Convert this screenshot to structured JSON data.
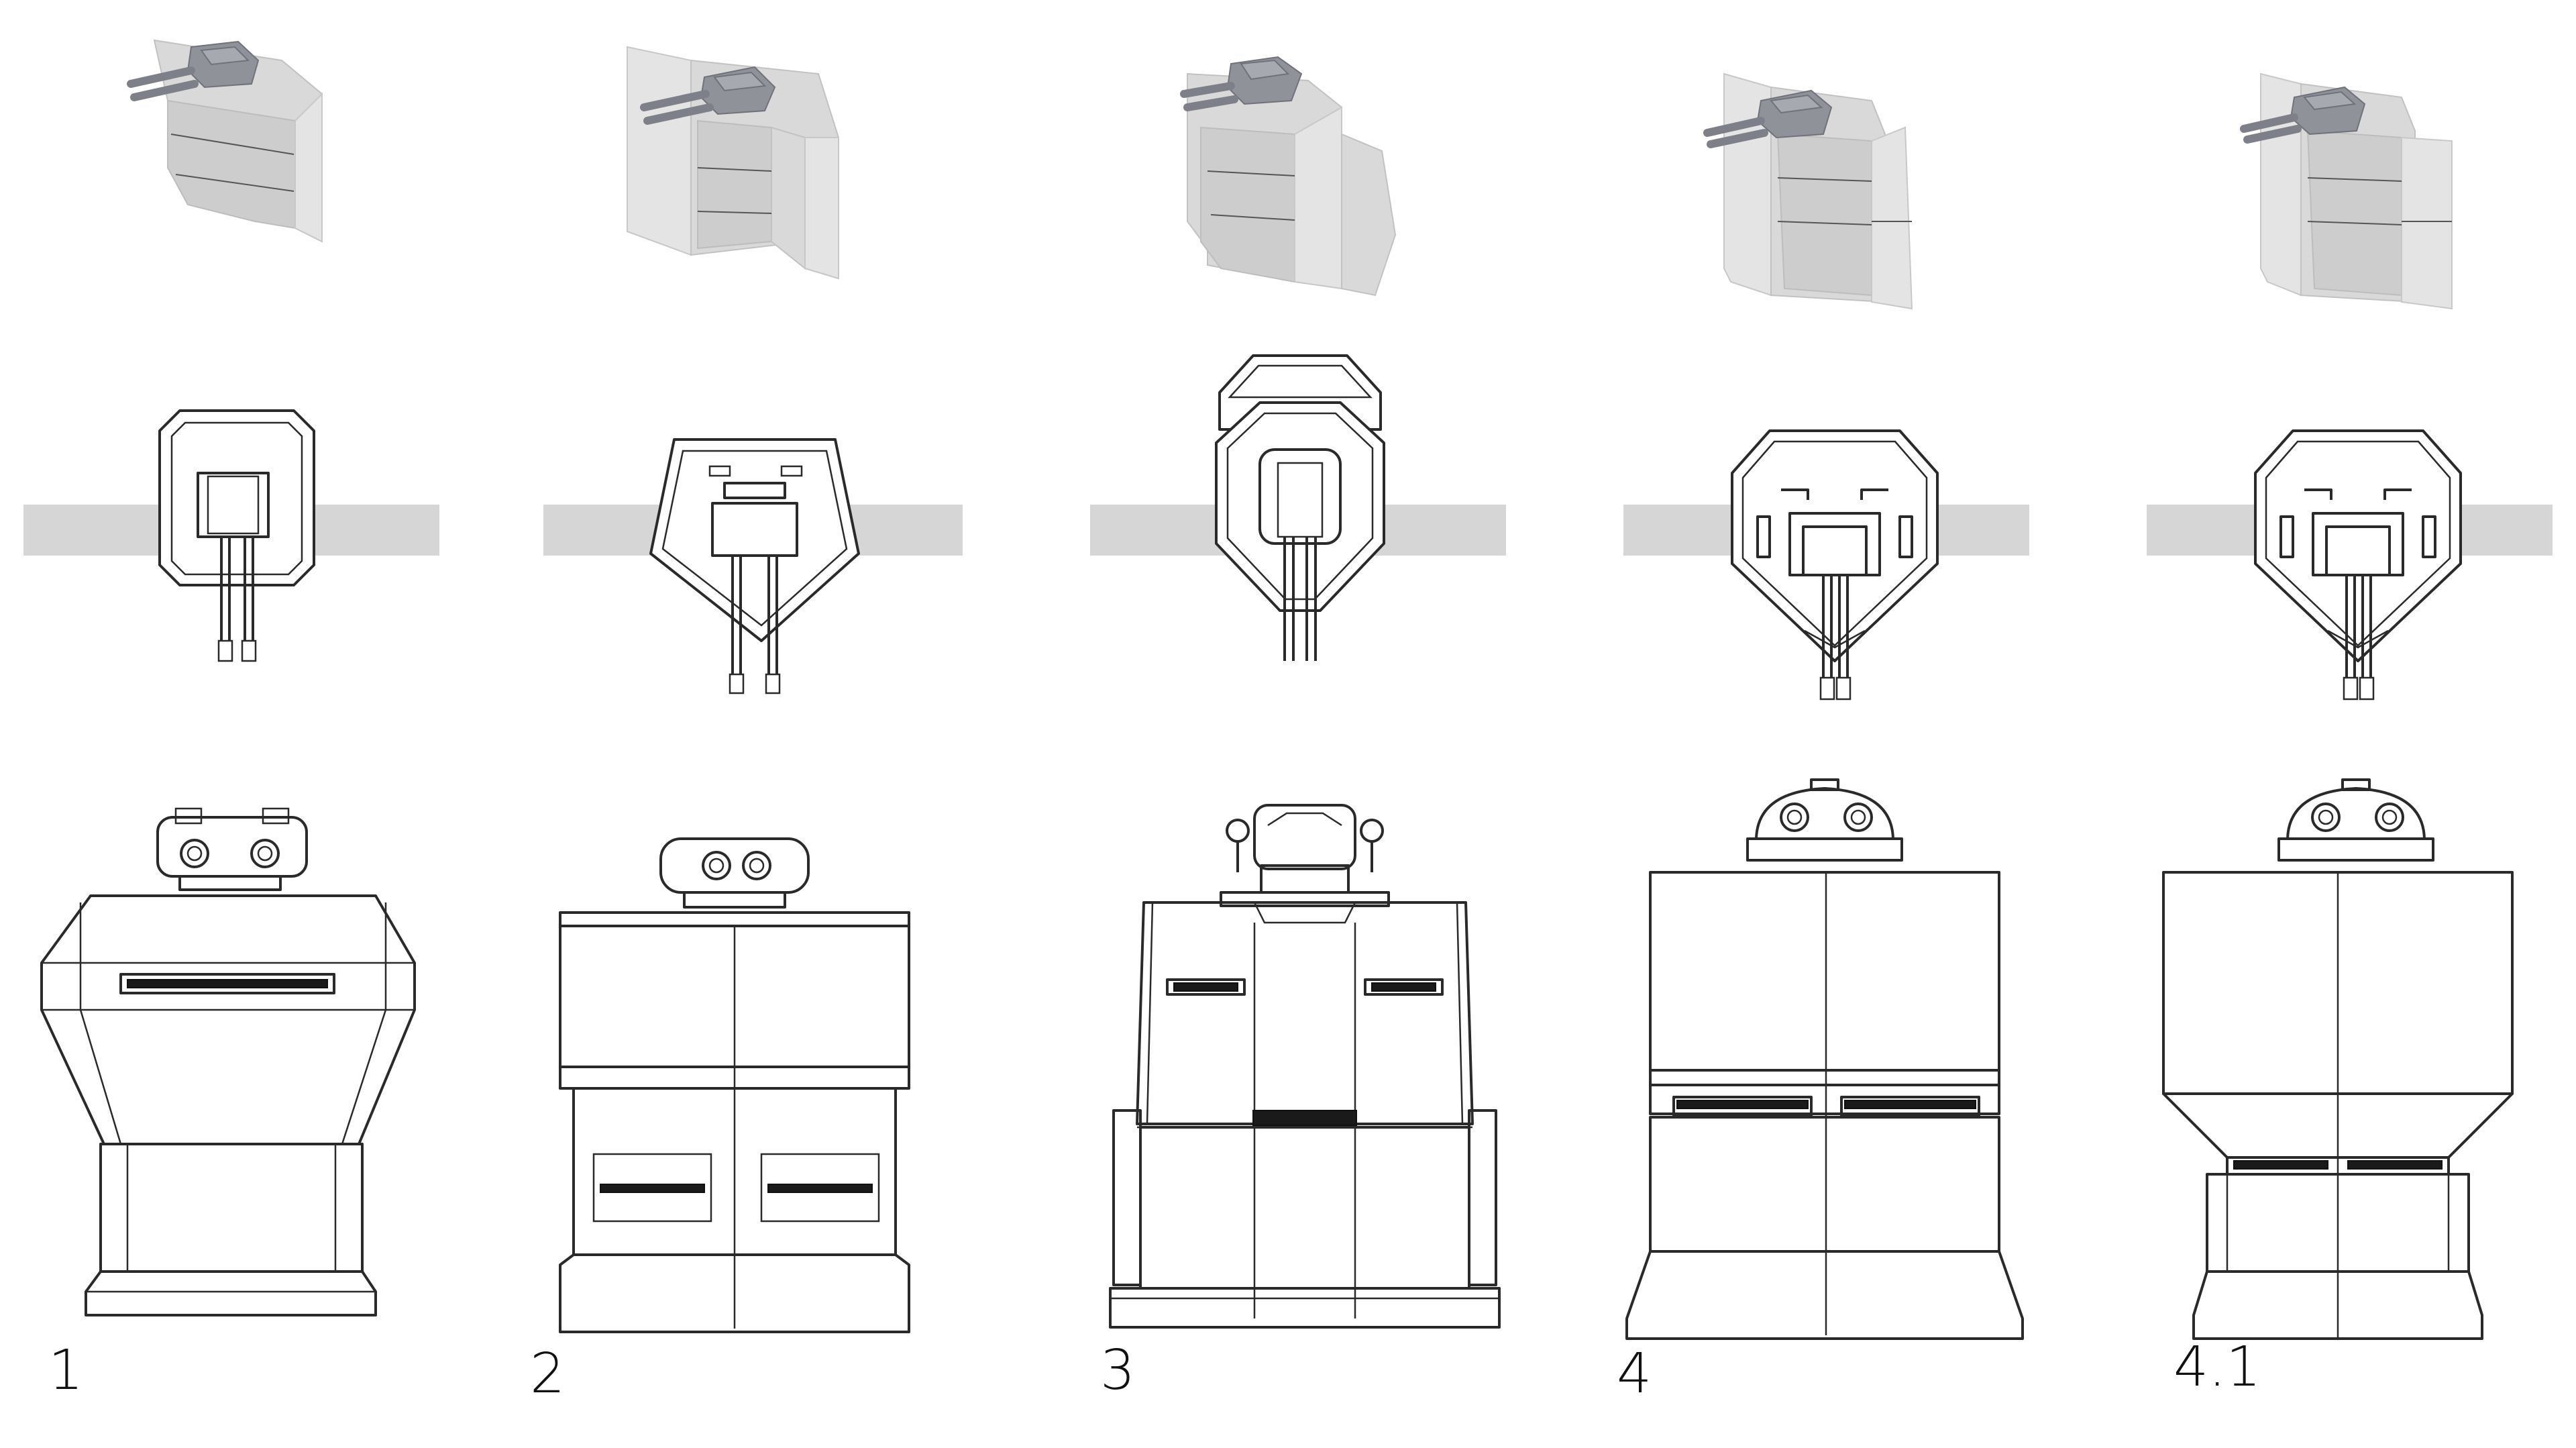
{
  "sheet": {
    "variants": [
      {
        "label": "1"
      },
      {
        "label": "2"
      },
      {
        "label": "3"
      },
      {
        "label": "4"
      },
      {
        "label": "4.1"
      }
    ]
  },
  "colors": {
    "background": "#ffffff",
    "line": "#2a2a2a",
    "wall_band": "#d6d6d6",
    "model_grey": "#d9d9d9",
    "turret_grey": "#8f9299"
  }
}
